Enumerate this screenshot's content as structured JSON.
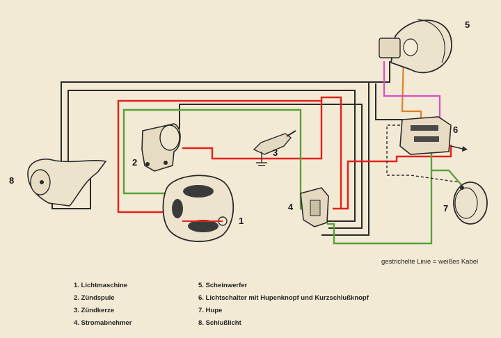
{
  "labels": {
    "n1": "1",
    "n2": "2",
    "n3": "3",
    "n4": "4",
    "n5": "5",
    "n6": "6",
    "n7": "7",
    "n8": "8"
  },
  "note": "gestrichelte Linie = weißes Kabel",
  "legend": [
    "1. Lichtmaschine",
    "2. Zündspule",
    "3. Zündkerze",
    "4. Stromabnehmer",
    "5. Scheinwerfer",
    "6. Lichtschalter mit Hupenknopf und Kurzschlußknopf",
    "7. Hupe",
    "8. Schlußlicht"
  ],
  "colors": {
    "background": "#f3ead5",
    "wire_black": "#2a2a2a",
    "wire_red": "#e3201b",
    "wire_green": "#58a23a",
    "wire_orange": "#d9822b",
    "wire_magenta": "#d94fc4"
  }
}
